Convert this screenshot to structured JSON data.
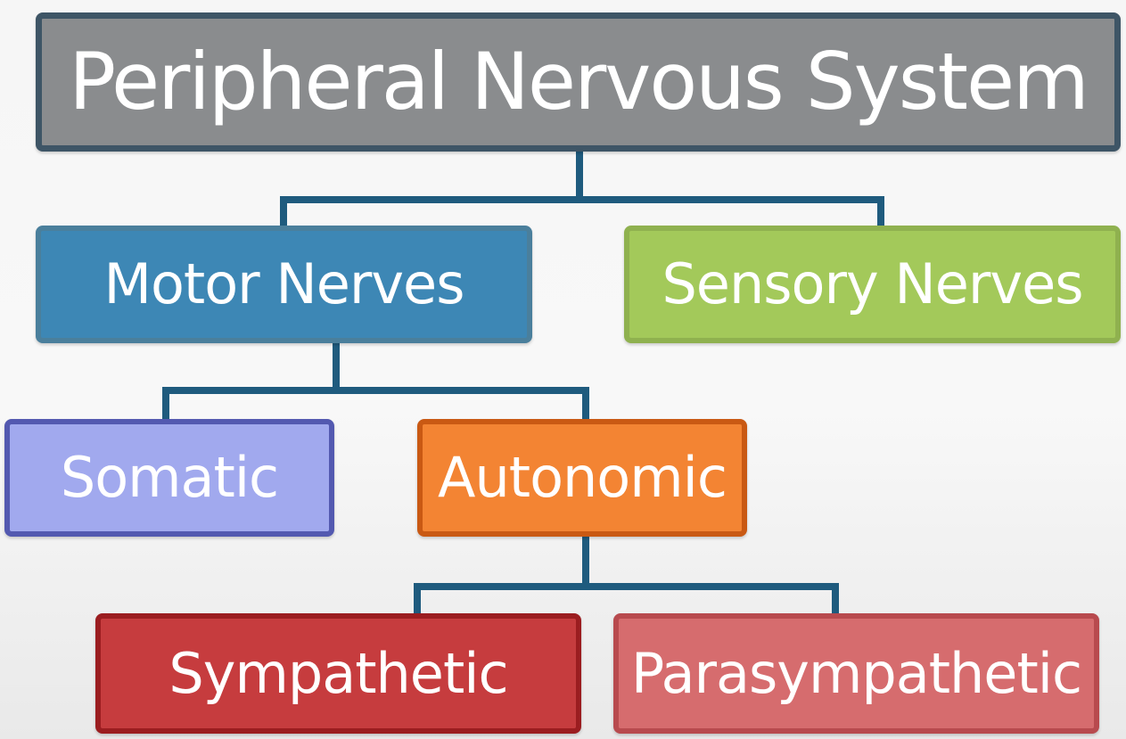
{
  "diagram": {
    "root": {
      "label": "Peripheral Nervous System",
      "color": "#8a8c8e"
    },
    "motor": {
      "label": "Motor Nerves",
      "color": "#3d87b5"
    },
    "sensory": {
      "label": "Sensory Nerves",
      "color": "#a3c95a"
    },
    "somatic": {
      "label": "Somatic",
      "color": "#a1a9ee"
    },
    "autonomic": {
      "label": "Autonomic",
      "color": "#f38433"
    },
    "sympathetic": {
      "label": "Sympathetic",
      "color": "#c63c3e"
    },
    "parasympathetic": {
      "label": "Parasympathetic",
      "color": "#d66c6e"
    },
    "connector_color": "#1f5b7e",
    "edges": [
      [
        "root",
        "motor"
      ],
      [
        "root",
        "sensory"
      ],
      [
        "motor",
        "somatic"
      ],
      [
        "motor",
        "autonomic"
      ],
      [
        "autonomic",
        "sympathetic"
      ],
      [
        "autonomic",
        "parasympathetic"
      ]
    ]
  }
}
